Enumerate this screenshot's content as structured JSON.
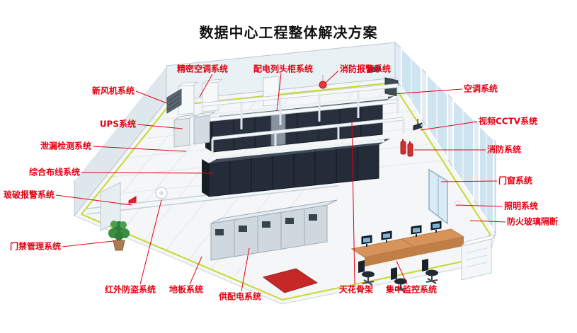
{
  "title": "数据中心工程整体解决方案",
  "colors": {
    "label_red": "#e60012",
    "title_black": "#111111"
  },
  "labels": [
    {
      "id": "jingmi-kongtiao",
      "text": "精密空调系统"
    },
    {
      "id": "peidian-lietougui",
      "text": "配电列头柜系统"
    },
    {
      "id": "xiaofang-baojing",
      "text": "消防报警系统"
    },
    {
      "id": "xinfengji",
      "text": "新风机系统"
    },
    {
      "id": "kongtiao",
      "text": "空调系统"
    },
    {
      "id": "ups",
      "text": "UPS系统"
    },
    {
      "id": "shipin-cctv",
      "text": "视频CCTV系统"
    },
    {
      "id": "xielou-jiance",
      "text": "泄漏检测系统"
    },
    {
      "id": "xiaofang",
      "text": "消防系统"
    },
    {
      "id": "zonghe-buxian",
      "text": "综合布线系统"
    },
    {
      "id": "menchuang",
      "text": "门窗系统"
    },
    {
      "id": "bopo-baojing",
      "text": "玻破报警系统"
    },
    {
      "id": "zhaoming",
      "text": "照明系统"
    },
    {
      "id": "fanghuo-boli",
      "text": "防火玻璃隔断"
    },
    {
      "id": "menjin-guanli",
      "text": "门禁管理系统"
    },
    {
      "id": "hongwai-fangdao",
      "text": "红外防盗系统"
    },
    {
      "id": "diban",
      "text": "地板系统"
    },
    {
      "id": "gongpeidian",
      "text": "供配电系统"
    },
    {
      "id": "tianhua-gujia",
      "text": "天花骨架"
    },
    {
      "id": "jizhong-jiankong",
      "text": "集中监控系统"
    }
  ]
}
